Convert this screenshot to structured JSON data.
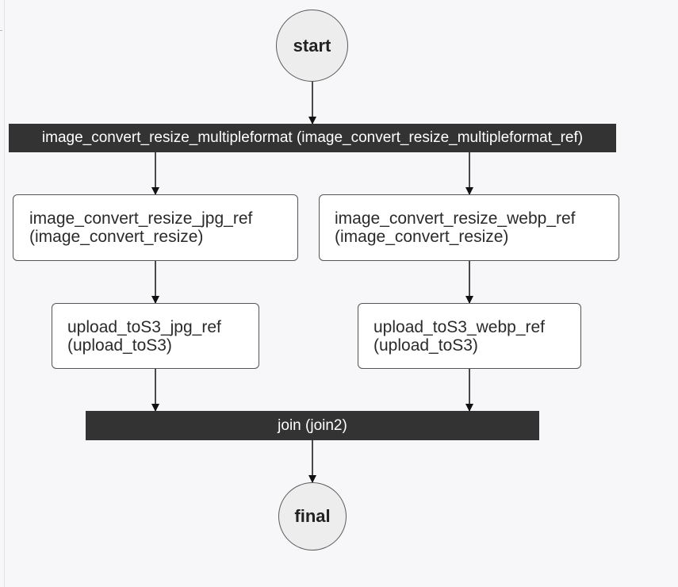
{
  "nodes": {
    "start": {
      "label": "start"
    },
    "fork": {
      "label": "image_convert_resize_multipleformat (image_convert_resize_multipleformat_ref)"
    },
    "jpg_convert": {
      "name": "image_convert_resize_jpg_ref",
      "type": "(image_convert_resize)"
    },
    "webp_convert": {
      "name": "image_convert_resize_webp_ref",
      "type": "(image_convert_resize)"
    },
    "jpg_upload": {
      "name": "upload_toS3_jpg_ref",
      "type": "(upload_toS3)"
    },
    "webp_upload": {
      "name": "upload_toS3_webp_ref",
      "type": "(upload_toS3)"
    },
    "join": {
      "label": "join (join2)"
    },
    "final": {
      "label": "final"
    }
  },
  "edges": [
    {
      "from": "start",
      "to": "fork"
    },
    {
      "from": "fork",
      "to": "jpg_convert"
    },
    {
      "from": "fork",
      "to": "webp_convert"
    },
    {
      "from": "jpg_convert",
      "to": "jpg_upload"
    },
    {
      "from": "webp_convert",
      "to": "webp_upload"
    },
    {
      "from": "jpg_upload",
      "to": "join"
    },
    {
      "from": "webp_upload",
      "to": "join"
    },
    {
      "from": "join",
      "to": "final"
    }
  ],
  "colors": {
    "bar_fill": "#333333",
    "circle_fill": "#ededee",
    "task_fill": "#ffffff",
    "edge": "#111111",
    "background": "#f7f7f9"
  }
}
